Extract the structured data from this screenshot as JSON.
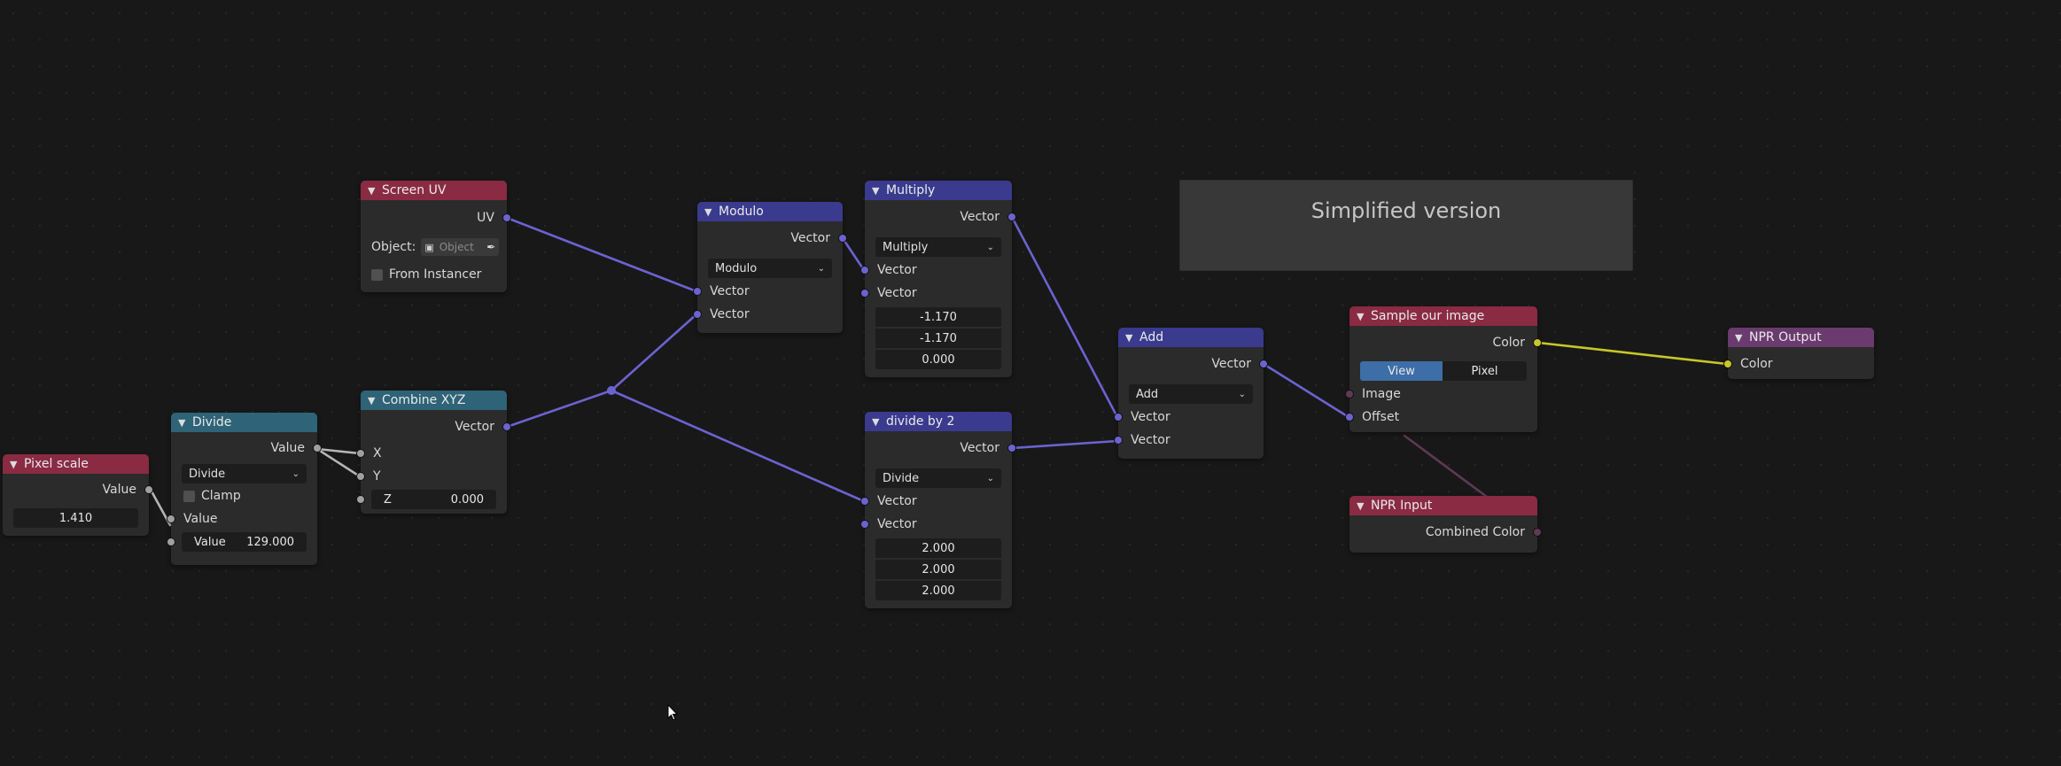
{
  "frame": {
    "label": "Simplified version"
  },
  "nodes": {
    "pixel_scale": {
      "title": "Pixel scale",
      "output": "Value",
      "value": "1.410"
    },
    "divide": {
      "title": "Divide",
      "output": "Value",
      "operation": "Divide",
      "clamp_label": "Clamp",
      "input1": "Value",
      "input2_label": "Value",
      "input2_value": "129.000"
    },
    "screen_uv": {
      "title": "Screen UV",
      "output": "UV",
      "object_label": "Object:",
      "object_placeholder": "Object",
      "from_instancer": "From Instancer"
    },
    "combine_xyz": {
      "title": "Combine XYZ",
      "output": "Vector",
      "x": "X",
      "y": "Y",
      "z_label": "Z",
      "z_value": "0.000"
    },
    "modulo": {
      "title": "Modulo",
      "output": "Vector",
      "operation": "Modulo",
      "input1": "Vector",
      "input2": "Vector"
    },
    "multiply": {
      "title": "Multiply",
      "output": "Vector",
      "operation": "Multiply",
      "input1": "Vector",
      "input2": "Vector",
      "values": [
        "-1.170",
        "-1.170",
        "0.000"
      ]
    },
    "divide_by_2": {
      "title": "divide by 2",
      "output": "Vector",
      "operation": "Divide",
      "input1": "Vector",
      "input2": "Vector",
      "values": [
        "2.000",
        "2.000",
        "2.000"
      ]
    },
    "add": {
      "title": "Add",
      "output": "Vector",
      "operation": "Add",
      "input1": "Vector",
      "input2": "Vector"
    },
    "sample_image": {
      "title": "Sample our image",
      "output": "Color",
      "tab_view": "View",
      "tab_pixel": "Pixel",
      "input_image": "Image",
      "input_offset": "Offset"
    },
    "npr_input": {
      "title": "NPR Input",
      "output": "Combined Color"
    },
    "npr_output": {
      "title": "NPR Output",
      "input": "Color"
    }
  },
  "colors": {
    "vector_link": "#6b63d0",
    "value_link": "#b0b0b0",
    "color_link": "#c7c729",
    "shader_link": "#5e3a55",
    "header_input": "#8a2a43",
    "header_converter": "#2e6378",
    "header_vector": "#3a3a8e",
    "header_output": "#6b3a6e",
    "active_tab": "#3d6ea8"
  }
}
